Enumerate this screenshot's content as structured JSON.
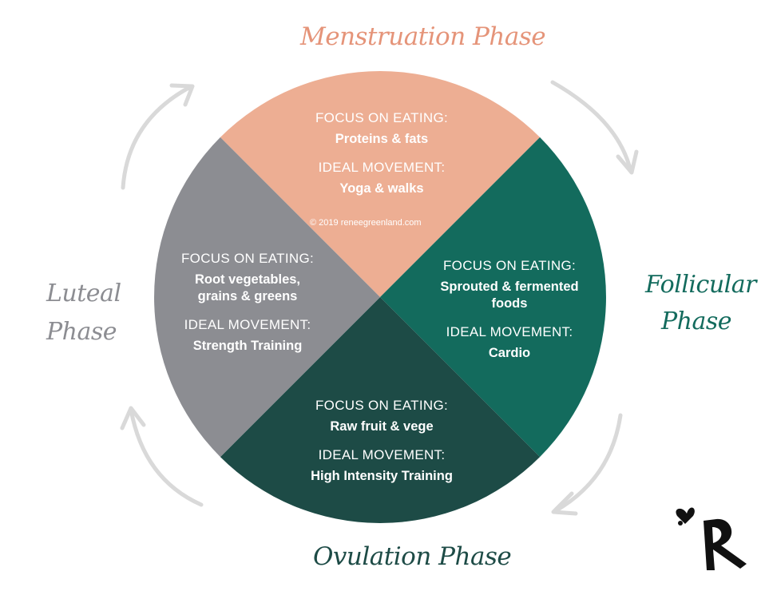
{
  "phases": {
    "menstruation": {
      "title": "Menstruation Phase",
      "eating_label": "FOCUS ON EATING:",
      "eating": "Proteins & fats",
      "movement_label": "IDEAL MOVEMENT:",
      "movement": "Yoga & walks",
      "color": "#EDAE93",
      "title_color": "#E59479"
    },
    "follicular": {
      "title_line1": "Follicular",
      "title_line2": "Phase",
      "eating_label": "FOCUS ON EATING:",
      "eating_line1": "Sprouted & fermented",
      "eating_line2": "foods",
      "movement_label": "IDEAL MOVEMENT:",
      "movement": "Cardio",
      "color": "#136B5D",
      "title_color": "#136B5D"
    },
    "ovulation": {
      "title": "Ovulation Phase",
      "eating_label": "FOCUS ON EATING:",
      "eating": "Raw fruit & vege",
      "movement_label": "IDEAL MOVEMENT:",
      "movement": "High Intensity Training",
      "color": "#1D4B46",
      "title_color": "#1D4B46"
    },
    "luteal": {
      "title_line1": "Luteal",
      "title_line2": "Phase",
      "eating_label": "FOCUS ON EATING:",
      "eating_line1": "Root vegetables,",
      "eating_line2": "grains & greens",
      "movement_label": "IDEAL MOVEMENT:",
      "movement": "Strength Training",
      "color": "#8C8D92",
      "title_color": "#8C8D92"
    }
  },
  "copyright": "© 2019 reneegreenland.com",
  "arrow_color": "#D9D9D9",
  "logo": {
    "icon": "heart-r-logo",
    "color": "#111111"
  }
}
